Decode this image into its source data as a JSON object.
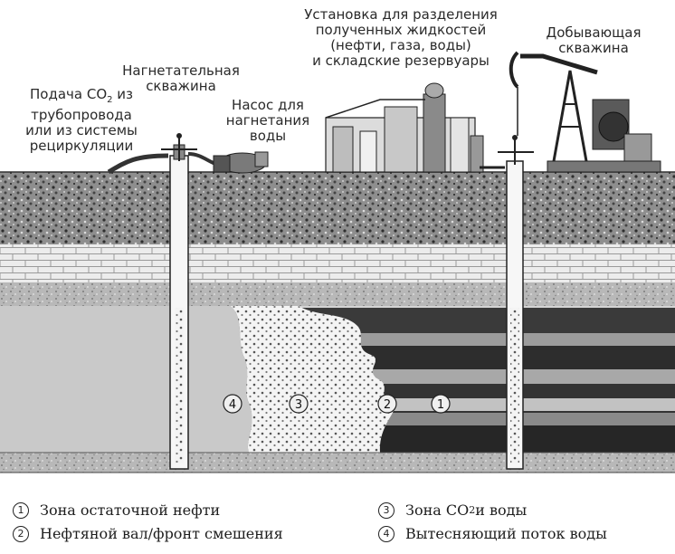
{
  "labels": {
    "co2_supply": [
      "Подача CO",
      "2",
      " из",
      "трубопровода",
      "или из системы",
      "рециркуляции"
    ],
    "injection_well": [
      "Нагнетательная",
      "скважина"
    ],
    "pump": [
      "Насос для",
      "нагнетания",
      "воды"
    ],
    "separation": [
      "Установка для разделения",
      "полученных жидкостей",
      "(нефти, газа, воды)",
      "и складские резервуары"
    ],
    "production_well": [
      "Добывающая",
      "скважина"
    ]
  },
  "zones": [
    {
      "num": "1",
      "name": "Зона остаточной нефти"
    },
    {
      "num": "2",
      "name": "Нефтяной вал/фронт смешения"
    },
    {
      "num": "3",
      "name": "Зона CO",
      "sub": "2",
      "suffix": " и воды"
    },
    {
      "num": "4",
      "name": "Вытесняющий поток воды"
    }
  ]
}
